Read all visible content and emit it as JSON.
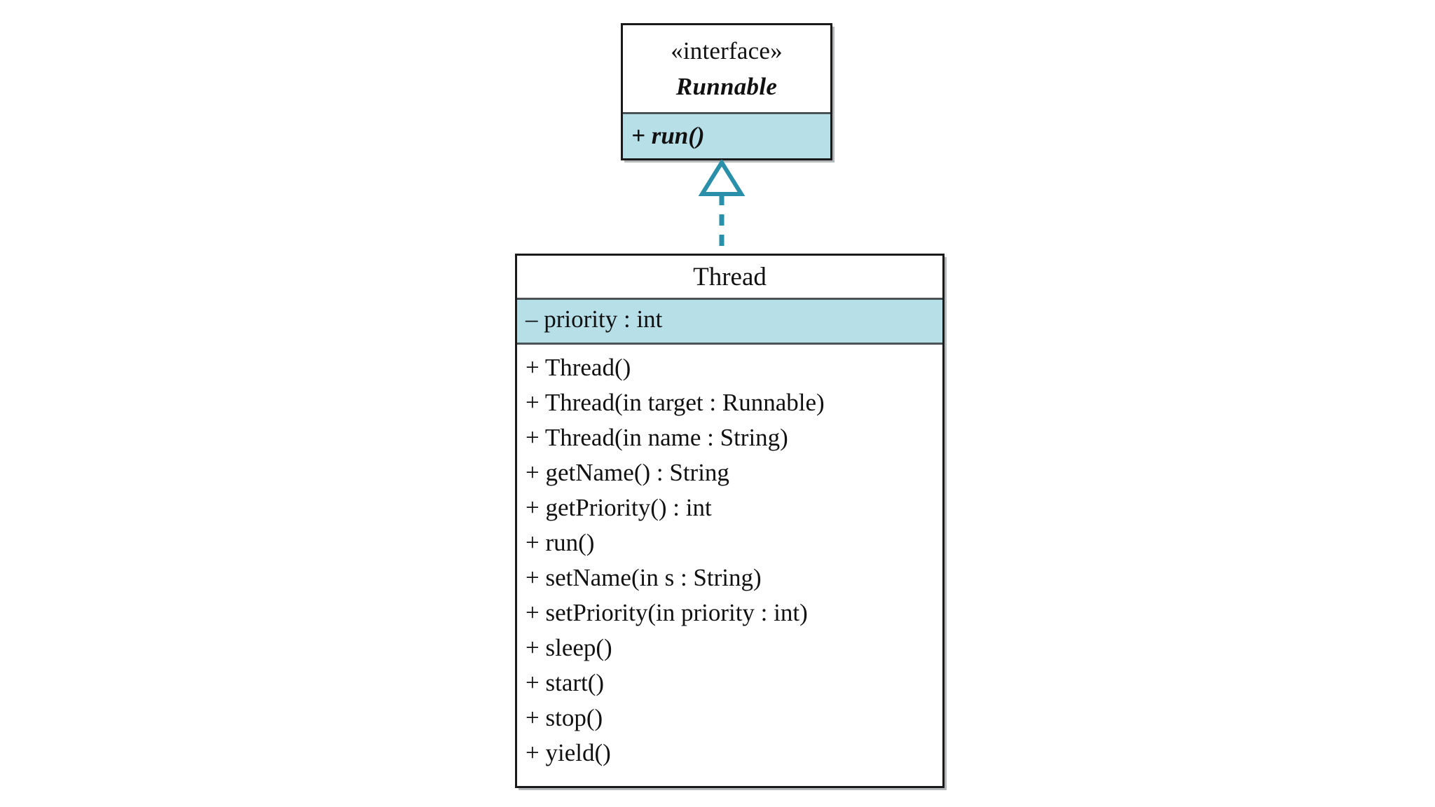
{
  "diagram": {
    "title": "Runnable / Thread UML class diagram",
    "type": "uml-class-diagram",
    "background_color": "#ffffff",
    "colors": {
      "compartment_highlight": "#b6dfe8",
      "border": "#1a1a1a",
      "separator": "#4a5256",
      "relationship": "#2a8fa8",
      "text": "#111111"
    }
  },
  "interface_box": {
    "stereotype": "«interface»",
    "name": "Runnable",
    "operations": [
      {
        "text": "+ run()"
      }
    ]
  },
  "relationship": {
    "kind": "realization",
    "line_style": "dashed",
    "arrowhead": "hollow-triangle",
    "color": "#2a8fa8",
    "from": "Thread",
    "to": "Runnable"
  },
  "class_box": {
    "name": "Thread",
    "attributes": [
      {
        "text": "– priority : int"
      }
    ],
    "operations": [
      {
        "text": "+ Thread()"
      },
      {
        "text": "+ Thread(in target : Runnable)"
      },
      {
        "text": "+ Thread(in name : String)"
      },
      {
        "text": "+ getName() : String"
      },
      {
        "text": "+ getPriority() : int"
      },
      {
        "text": "+ run()"
      },
      {
        "text": "+ setName(in s : String)"
      },
      {
        "text": "+ setPriority(in priority : int)"
      },
      {
        "text": "+ sleep()"
      },
      {
        "text": "+ start()"
      },
      {
        "text": "+ stop()"
      },
      {
        "text": "+ yield()"
      }
    ]
  }
}
